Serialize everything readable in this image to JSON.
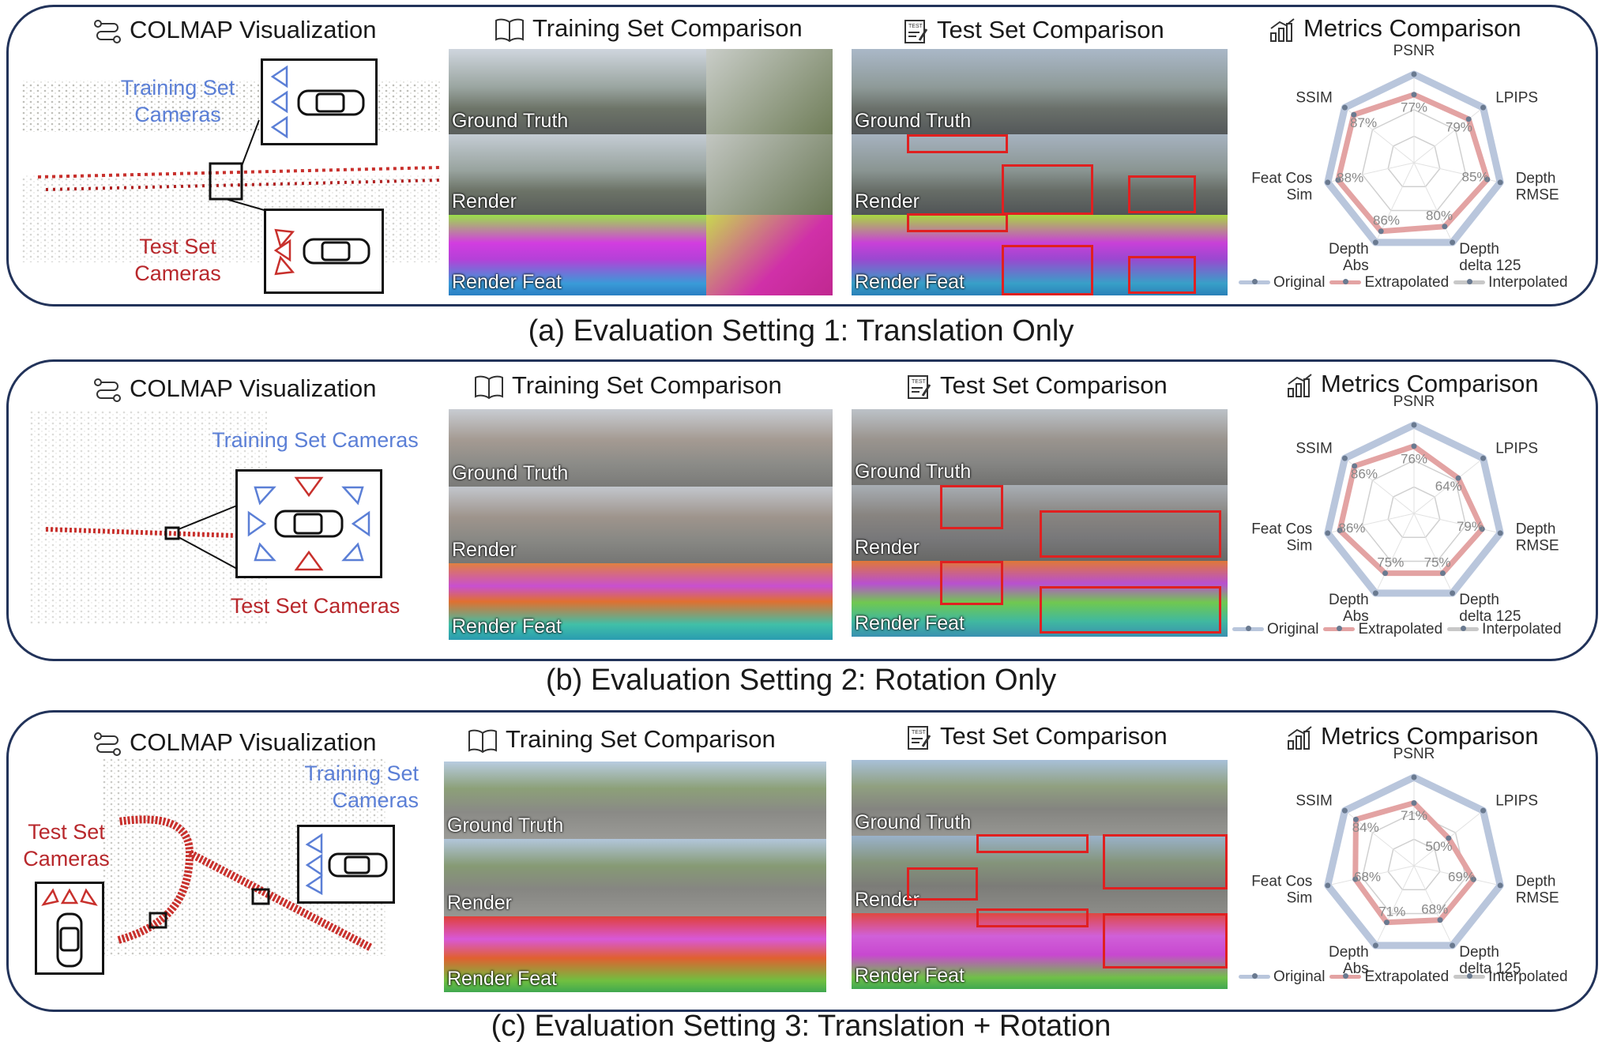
{
  "sections": {
    "colmap_title": "COLMAP Visualization",
    "training_title": "Training Set Comparison",
    "test_title": "Test Set Comparison",
    "metrics_title": "Metrics Comparison"
  },
  "image_labels": {
    "ground_truth": "Ground Truth",
    "render": "Render",
    "render_feat": "Render Feat"
  },
  "camera_labels": {
    "training_split": [
      "Training Set",
      "Cameras"
    ],
    "training_single": "Training Set Cameras",
    "test_split": [
      "Test Set",
      "Cameras"
    ],
    "test_single": "Test Set Cameras"
  },
  "radar_axes": [
    [
      "PSNR"
    ],
    [
      "LPIPS"
    ],
    [
      "Depth",
      "RMSE"
    ],
    [
      "Depth",
      "delta 125"
    ],
    [
      "Depth",
      "Abs"
    ],
    [
      "Feat Cos",
      "Sim"
    ],
    [
      "SSIM"
    ]
  ],
  "legend": [
    "Original",
    "Extrapolated",
    "Interpolated"
  ],
  "captions": [
    "(a) Evaluation Setting 1: Translation Only",
    "(b) Evaluation Setting 2: Rotation Only",
    "(c) Evaluation Setting 3: Translation + Rotation"
  ],
  "chart_data": [
    {
      "type": "radar",
      "axes": [
        "PSNR",
        "LPIPS",
        "Depth RMSE",
        "Depth delta 125",
        "Depth Abs",
        "Feat Cos Sim",
        "SSIM"
      ],
      "series": [
        {
          "name": "Original",
          "values": [
            100,
            100,
            100,
            100,
            100,
            100,
            100
          ]
        },
        {
          "name": "Extrapolated",
          "values": [
            77,
            79,
            85,
            80,
            86,
            88,
            87
          ]
        }
      ],
      "value_labels": [
        "77%",
        "79%",
        "85%",
        "80%",
        "86%",
        "88%",
        "87%"
      ],
      "ylim": [
        0,
        100
      ]
    },
    {
      "type": "radar",
      "axes": [
        "PSNR",
        "LPIPS",
        "Depth RMSE",
        "Depth delta 125",
        "Depth Abs",
        "Feat Cos Sim",
        "SSIM"
      ],
      "series": [
        {
          "name": "Original",
          "values": [
            100,
            100,
            100,
            100,
            100,
            100,
            100
          ]
        },
        {
          "name": "Extrapolated",
          "values": [
            76,
            64,
            79,
            75,
            75,
            86,
            86
          ]
        }
      ],
      "value_labels": [
        "76%",
        "64%",
        "79%",
        "75%",
        "75%",
        "86%",
        "86%"
      ],
      "ylim": [
        0,
        100
      ]
    },
    {
      "type": "radar",
      "axes": [
        "PSNR",
        "LPIPS",
        "Depth RMSE",
        "Depth delta 125",
        "Depth Abs",
        "Feat Cos Sim",
        "SSIM"
      ],
      "series": [
        {
          "name": "Original",
          "values": [
            100,
            100,
            100,
            100,
            100,
            100,
            100
          ]
        },
        {
          "name": "Extrapolated",
          "values": [
            71,
            50,
            69,
            68,
            71,
            68,
            84
          ]
        }
      ],
      "value_labels": [
        "71%",
        "50%",
        "69%",
        "68%",
        "71%",
        "68%",
        "84%"
      ],
      "ylim": [
        0,
        100
      ]
    }
  ],
  "colors": {
    "original": "#b9c6dc",
    "extrapolated": "#e3a3a3",
    "interpolated": "#c8c8c8",
    "frame": "#22335a",
    "train_cam": "#5b7fd6",
    "test_cam": "#b8282c"
  }
}
